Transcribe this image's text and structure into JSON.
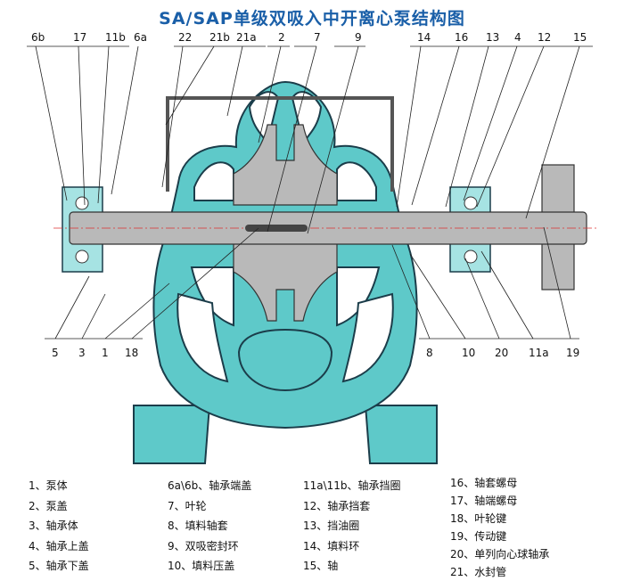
{
  "title": "SA/SAP单级双吸入中开离心泵结构图",
  "callouts_top": [
    "6b",
    "17",
    "11b",
    "6a",
    "22",
    "21b",
    "21a",
    "2",
    "7",
    "9",
    "14",
    "16",
    "13",
    "4",
    "12",
    "15"
  ],
  "callouts_bottom": [
    "5",
    "3",
    "1",
    "18",
    "8",
    "10",
    "20",
    "11a",
    "19"
  ],
  "legend": {
    "col1": [
      "1、泵体",
      "2、泵盖",
      "3、轴承体",
      "4、轴承上盖",
      "5、轴承下盖"
    ],
    "col2": [
      "6a\\6b、轴承端盖",
      "7、叶轮",
      "8、填料轴套",
      "9、双吸密封环",
      "10、填料压盖"
    ],
    "col3": [
      "11a\\11b、轴承挡圈",
      "12、轴承挡套",
      "13、挡油圈",
      "14、填料环",
      "15、轴"
    ],
    "col4": [
      "16、轴套螺母",
      "17、轴端螺母",
      "18、叶轮键",
      "19、传动键",
      "20、单列向心球轴承",
      "21、水封管"
    ]
  },
  "colors": {
    "casing": "#5ec9c9",
    "outline": "#1b3d4a",
    "shaft": "#b9b9b9",
    "title": "#1a5fa8"
  }
}
